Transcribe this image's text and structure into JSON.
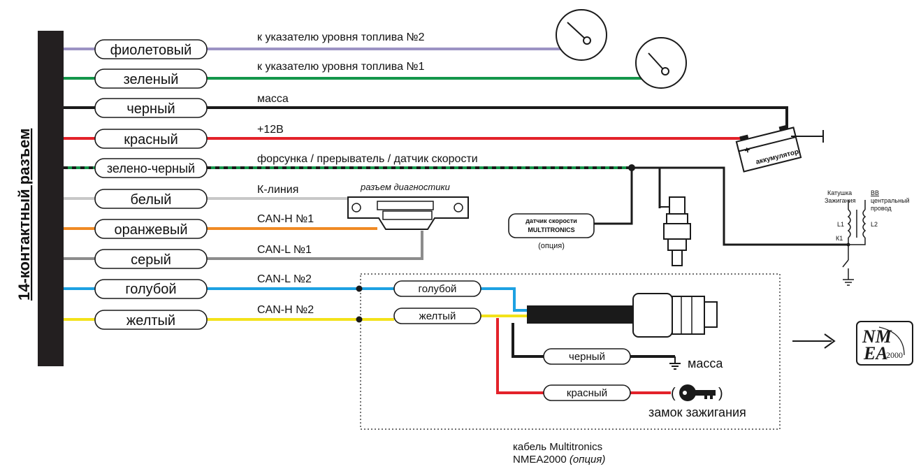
{
  "connector": {
    "title": "14-контактный разъем"
  },
  "wires": [
    {
      "color_name": "фиолетовый",
      "desc": "к указателю уровня топлива №2",
      "color": "#9c93c4"
    },
    {
      "color_name": "зеленый",
      "desc": "к указателю уровня топлива №1",
      "color": "#14964a"
    },
    {
      "color_name": "черный",
      "desc": "масса",
      "color": "#1a1a1a"
    },
    {
      "color_name": "красный",
      "desc": "+12В",
      "color": "#e3222a"
    },
    {
      "color_name": "зелено-черный",
      "desc": "форсунка / прерыватель / датчик скорости",
      "color": "#14964a",
      "dash": "#1a1a1a"
    },
    {
      "color_name": "белый",
      "desc": "К-линия",
      "color": "#c8c8c8"
    },
    {
      "color_name": "оранжевый",
      "desc": "CAN-H №1",
      "color": "#f08a24"
    },
    {
      "color_name": "серый",
      "desc": "CAN-L №1",
      "color": "#8c8c8c"
    },
    {
      "color_name": "голубой",
      "desc": "CAN-L №2",
      "color": "#1da1e2"
    },
    {
      "color_name": "желтый",
      "desc": "CAN-H №2",
      "color": "#f3e21a"
    }
  ],
  "diag_connector": {
    "label": "разъем диагностики"
  },
  "speed_sensor": {
    "line1": "датчик скорости",
    "line2": "MULTITRONICS",
    "note": "(опция)"
  },
  "battery": {
    "label": "аккумулятор",
    "plus": "+"
  },
  "ignition_coil": {
    "title_line1": "Катушка",
    "title_line2": "Зажигания",
    "bb": "ВВ",
    "bb_line2": "центральный",
    "bb_line3": "провод",
    "l1": "L1",
    "l2": "L2",
    "k1": "К1"
  },
  "nmea_cable": {
    "wire_blue": "голубой",
    "wire_yellow": "желтый",
    "wire_black": "черный",
    "wire_red": "красный",
    "ground_label": "масса",
    "ignition_label": "замок зажигания",
    "caption_line1": "кабель Multitronics",
    "caption_line2": "NMEA2000",
    "caption_opt": "(опция)"
  },
  "nmea_logo": {
    "nm": "NM",
    "ea": "EA",
    "year": "2000"
  }
}
